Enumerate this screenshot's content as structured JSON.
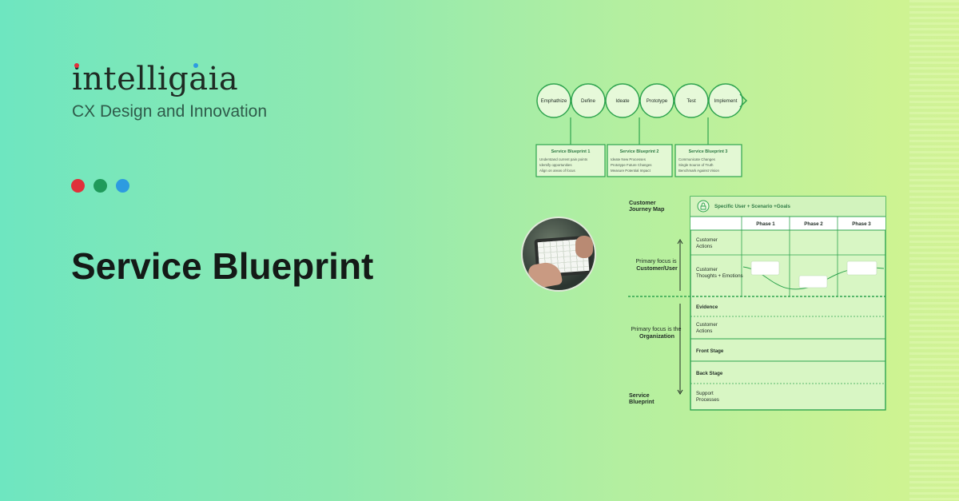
{
  "brand": {
    "name": "intelligaia",
    "tagline": "CX Design and Innovation",
    "dot_colors": [
      "#e0303a",
      "#1f9a5a",
      "#2d9be0"
    ]
  },
  "title": "Service Blueprint",
  "process": {
    "steps": [
      "Emphathize",
      "Define",
      "Ideate",
      "Prototype",
      "Test",
      "Implement"
    ]
  },
  "blueprint_boxes": [
    {
      "title": "Service Blueprint 1",
      "items": [
        "Understand current pain points",
        "Identify opportunities",
        "Align on areas of focus"
      ]
    },
    {
      "title": "Service Blueprint 2",
      "items": [
        "Ideate New Processes",
        "Prototype Future Changes",
        "Measure Potential Impact"
      ]
    },
    {
      "title": "Service Blueprint 3",
      "items": [
        "Communicate Changes",
        "Single Source of Truth",
        "Benchmark Against Vision"
      ]
    }
  ],
  "journey": {
    "top_label": "Customer Journey Map",
    "bottom_label": "Service Blueprint",
    "focus_customer": "Primary focus is",
    "focus_customer_bold": "Customer/User",
    "focus_org": "Primary focus is the",
    "focus_org_bold": "Organization",
    "header": "Specific User + Scenario +Goals",
    "phases": [
      "Phase 1",
      "Phase 2",
      "Phase 3"
    ],
    "rows": [
      "Customer Actions",
      "Customer Thoughts + Emotions",
      "Evidence",
      "Customer Actions",
      "Front Stage",
      "Back Stage",
      "Support Processes"
    ]
  },
  "colors": {
    "accent_green": "#2fa44f",
    "cell_fill": "#d8f6c4"
  }
}
